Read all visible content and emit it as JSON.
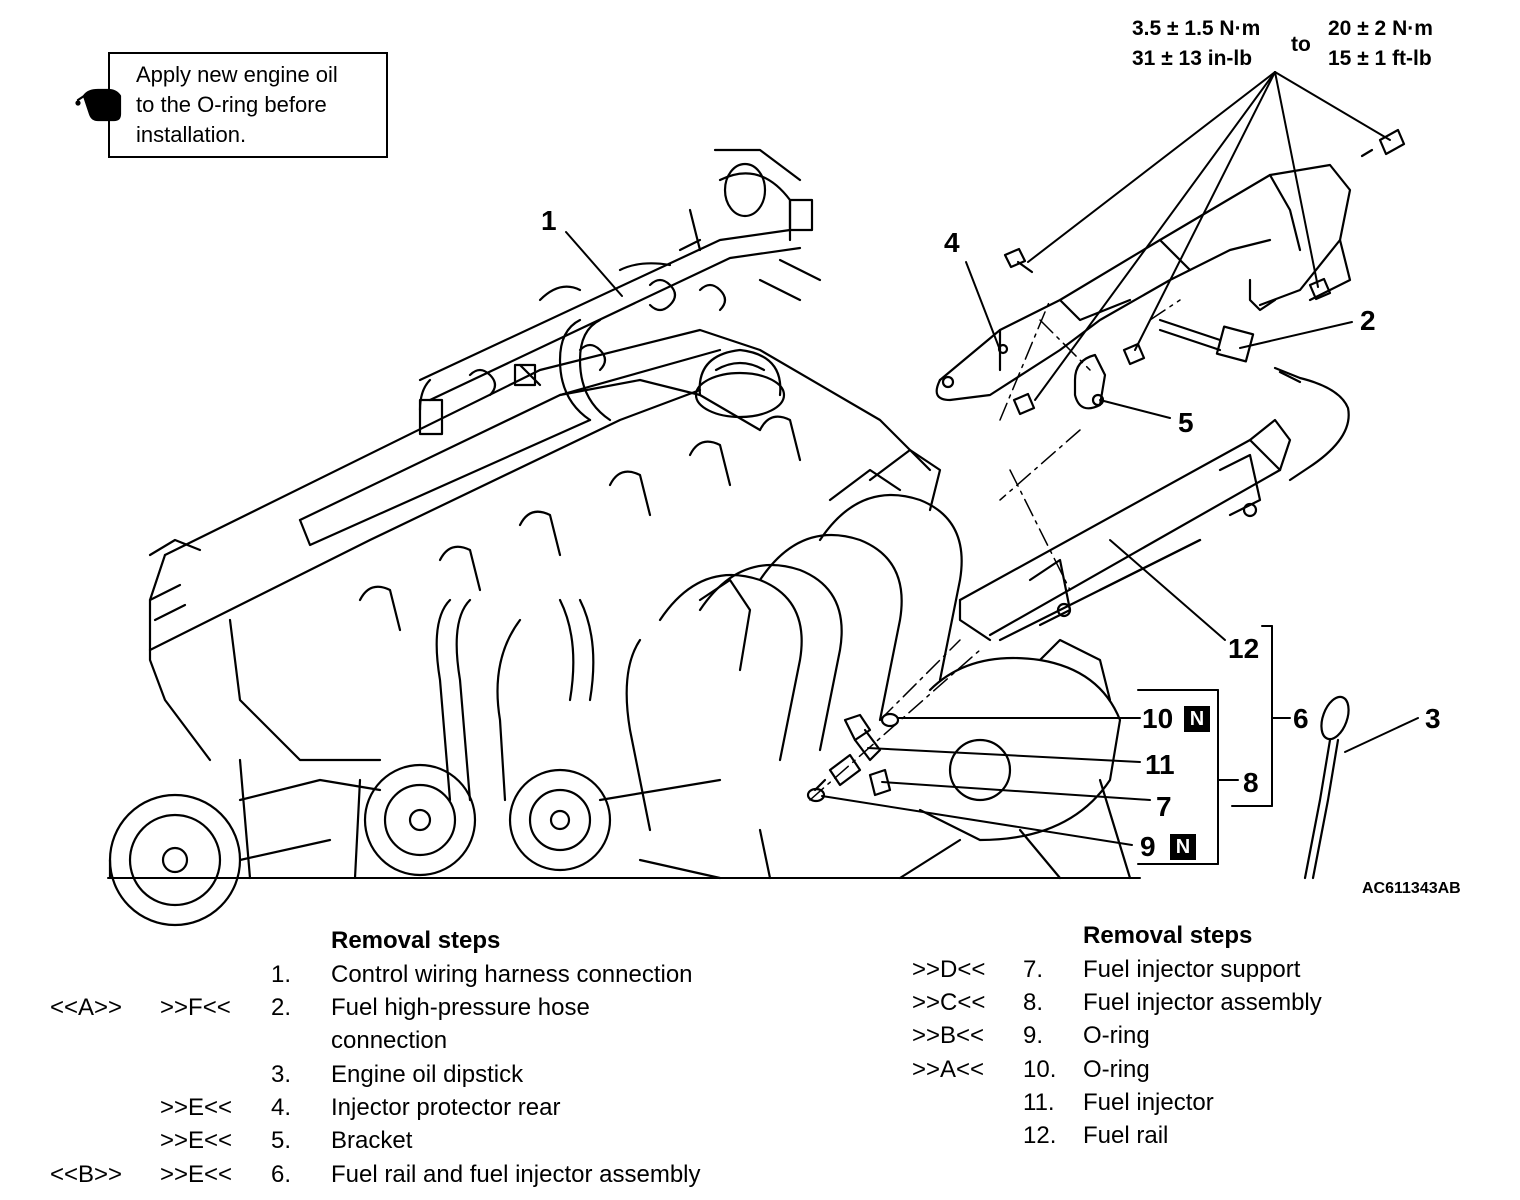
{
  "note": {
    "lines": [
      "Apply new engine oil",
      "to the O-ring before",
      "installation."
    ],
    "icon": "oil-can-icon"
  },
  "torque": {
    "low_nm": "3.5 ± 1.5 N·m",
    "low_inlb": "31 ± 13 in-lb",
    "to": "to",
    "high_nm": "20 ± 2 N·m",
    "high_ftlb": "15 ± 1 ft-lb"
  },
  "callouts": {
    "c1": "1",
    "c2": "2",
    "c3": "3",
    "c4": "4",
    "c5": "5",
    "c6": "6",
    "c7": "7",
    "c8": "8",
    "c9": "9",
    "c10": "10",
    "c11": "11",
    "c12": "12",
    "n_badge": "N"
  },
  "figure_id": "AC611343AB",
  "removal_left": {
    "heading": "Removal steps",
    "steps": [
      {
        "code1": "",
        "code2": "",
        "num": "1.",
        "text": "Control wiring harness connection",
        "text2": ""
      },
      {
        "code1": "<<A>>",
        "code2": ">>F<<",
        "num": "2.",
        "text": "Fuel high-pressure hose",
        "text2": "connection"
      },
      {
        "code1": "",
        "code2": "",
        "num": "3.",
        "text": "Engine oil dipstick",
        "text2": ""
      },
      {
        "code1": "",
        "code2": ">>E<<",
        "num": "4.",
        "text": "Injector protector rear",
        "text2": ""
      },
      {
        "code1": "",
        "code2": ">>E<<",
        "num": "5.",
        "text": "Bracket",
        "text2": ""
      },
      {
        "code1": "<<B>>",
        "code2": ">>E<<",
        "num": "6.",
        "text": "Fuel rail and fuel injector assembly",
        "text2": ""
      }
    ]
  },
  "removal_right": {
    "heading": "Removal steps",
    "steps": [
      {
        "code": ">>D<<",
        "num": "7.",
        "text": "Fuel injector support"
      },
      {
        "code": ">>C<<",
        "num": "8.",
        "text": "Fuel injector assembly"
      },
      {
        "code": ">>B<<",
        "num": "9.",
        "text": "O-ring"
      },
      {
        "code": ">>A<<",
        "num": "10.",
        "text": "O-ring"
      },
      {
        "code": "",
        "num": "11.",
        "text": "Fuel injector"
      },
      {
        "code": "",
        "num": "12.",
        "text": "Fuel rail"
      }
    ]
  }
}
